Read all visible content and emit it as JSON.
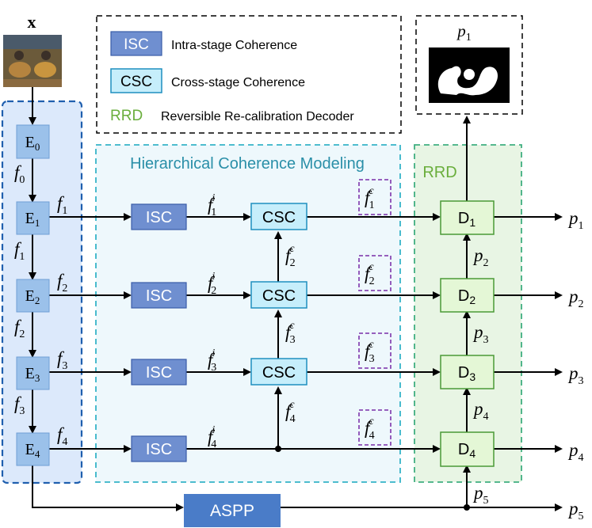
{
  "input_label": "x",
  "legend": {
    "isc_tag": "ISC",
    "isc_text": "Intra-stage Coherence",
    "csc_tag": "CSC",
    "csc_text": "Cross-stage Coherence",
    "rrd_tag": "RRD",
    "rrd_text": "Reversible Re-calibration Decoder"
  },
  "p1_preview": {
    "label": "p",
    "sub": "1"
  },
  "hcm_title": "Hierarchical Coherence Modeling",
  "rrd_title": "RRD",
  "colors": {
    "encoder_panel": "#dce9fb",
    "encoder_border": "#1f5fae",
    "encoder_block": "#9bc1ea",
    "isc_fill": "#6f8fd0",
    "isc_border": "#3a5da8",
    "csc_fill": "#c6eefb",
    "csc_border": "#1e8fbf",
    "hcm_panel": "#eef8fc",
    "hcm_border": "#36b4c8",
    "hcm_title": "#2a8fa8",
    "rrd_panel": "#e8f5e4",
    "rrd_border": "#3fae80",
    "decoder_fill": "#e4f7d6",
    "decoder_border": "#4a9a36",
    "rrd_text": "#6aae3c",
    "fc_box": "#8a4ab4",
    "aspp_fill": "#4a7cc8",
    "arrow": "#000000"
  },
  "encoders": [
    {
      "label": "E",
      "sub": "0"
    },
    {
      "label": "E",
      "sub": "1"
    },
    {
      "label": "E",
      "sub": "2"
    },
    {
      "label": "E",
      "sub": "3"
    },
    {
      "label": "E",
      "sub": "4"
    }
  ],
  "encoder_feats": [
    {
      "label": "f",
      "sub": "0"
    },
    {
      "label": "f",
      "sub": "1"
    },
    {
      "label": "f",
      "sub": "2"
    },
    {
      "label": "f",
      "sub": "3"
    }
  ],
  "stage_outs": [
    {
      "label": "f",
      "sub": "1"
    },
    {
      "label": "f",
      "sub": "2"
    },
    {
      "label": "f",
      "sub": "3"
    },
    {
      "label": "f",
      "sub": "4"
    }
  ],
  "isc_blocks": [
    "ISC",
    "ISC",
    "ISC",
    "ISC"
  ],
  "isc_outs": [
    {
      "label": "f",
      "sup": "i",
      "sub": "1"
    },
    {
      "label": "f",
      "sup": "i",
      "sub": "2"
    },
    {
      "label": "f",
      "sup": "i",
      "sub": "3"
    },
    {
      "label": "f",
      "sup": "i",
      "sub": "4"
    }
  ],
  "csc_blocks": [
    "CSC",
    "CSC",
    "CSC"
  ],
  "csc_feeds": [
    {
      "label": "f",
      "sup": "c",
      "sub": "2"
    },
    {
      "label": "f",
      "sup": "c",
      "sub": "3"
    },
    {
      "label": "f",
      "sup": "c",
      "sub": "4"
    }
  ],
  "fc_boxes": [
    {
      "label": "f",
      "sup": "c",
      "sub": "1"
    },
    {
      "label": "f",
      "sup": "c",
      "sub": "2"
    },
    {
      "label": "f",
      "sup": "c",
      "sub": "3"
    },
    {
      "label": "f",
      "sup": "c",
      "sub": "4"
    }
  ],
  "decoders": [
    {
      "label": "D",
      "sub": "1"
    },
    {
      "label": "D",
      "sub": "2"
    },
    {
      "label": "D",
      "sub": "3"
    },
    {
      "label": "D",
      "sub": "4"
    }
  ],
  "decoder_links": [
    {
      "label": "p",
      "sub": "2"
    },
    {
      "label": "p",
      "sub": "3"
    },
    {
      "label": "p",
      "sub": "4"
    },
    {
      "label": "p",
      "sub": "5"
    }
  ],
  "outputs": [
    {
      "label": "p",
      "sub": "1"
    },
    {
      "label": "p",
      "sub": "2"
    },
    {
      "label": "p",
      "sub": "3"
    },
    {
      "label": "p",
      "sub": "4"
    },
    {
      "label": "p",
      "sub": "5"
    }
  ],
  "aspp_label": "ASPP"
}
